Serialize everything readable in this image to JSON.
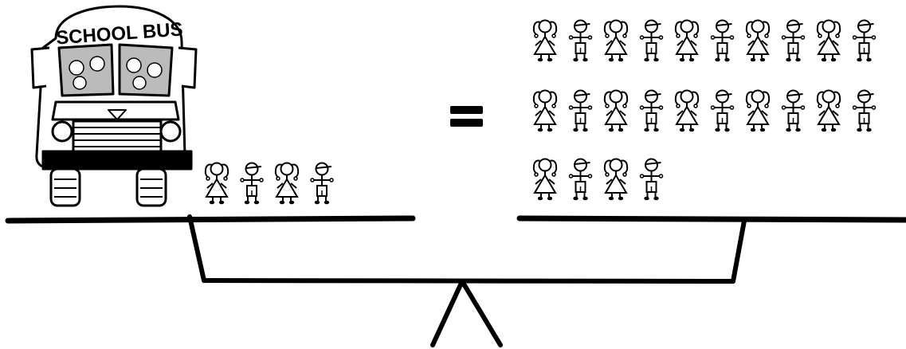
{
  "scene": {
    "type": "balance-scale-equation",
    "relation_symbol": "=",
    "left_pan": {
      "bus": {
        "sign_text": "SCHOOL BUS",
        "icon": "school-bus-icon"
      },
      "children": [
        "girl",
        "boy",
        "girl",
        "boy"
      ]
    },
    "right_pan": {
      "rows": [
        [
          "girl",
          "boy",
          "girl",
          "boy",
          "girl",
          "boy",
          "girl",
          "boy",
          "girl",
          "boy"
        ],
        [
          "girl",
          "boy",
          "girl",
          "boy",
          "girl",
          "boy",
          "girl",
          "boy",
          "girl",
          "boy"
        ],
        [
          "girl",
          "boy",
          "girl",
          "boy"
        ]
      ]
    },
    "colors": {
      "ink": "#000000",
      "bus_fill": "#ffffff",
      "background": "#ffffff"
    }
  }
}
